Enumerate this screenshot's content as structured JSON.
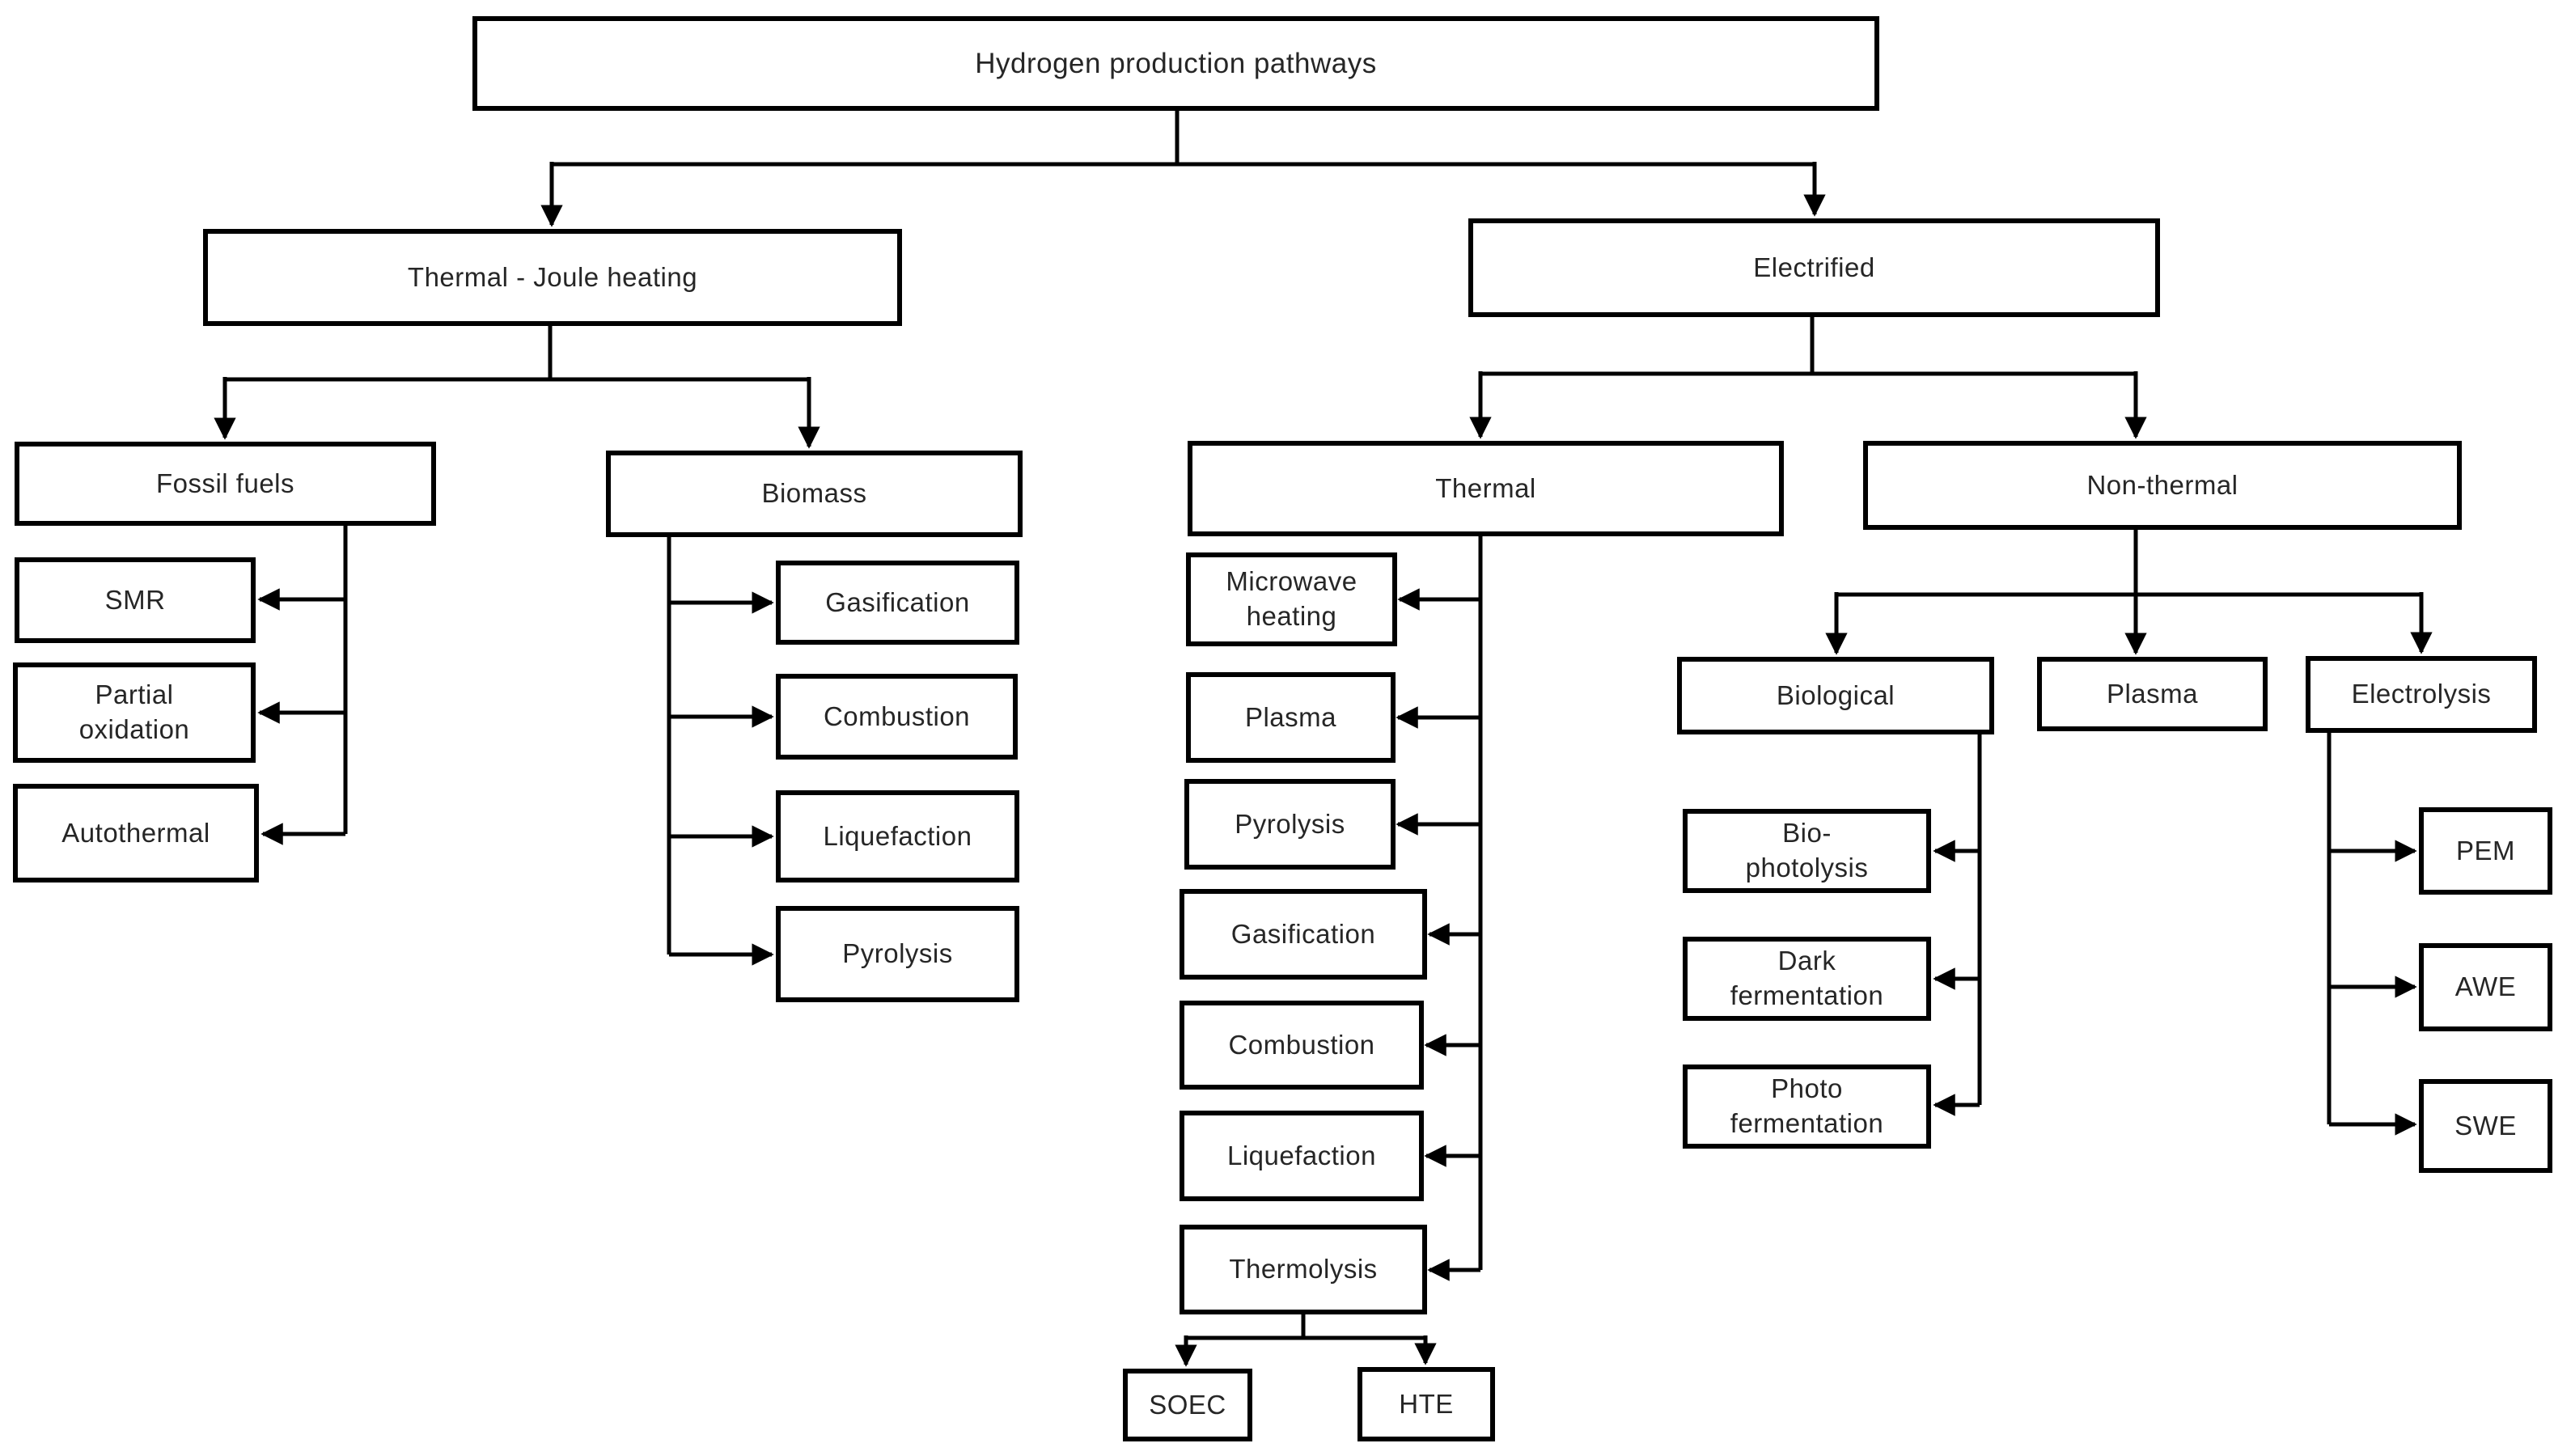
{
  "diagram": {
    "type": "flowchart-tree",
    "title": "Hydrogen production pathways",
    "colors": {
      "background": "#ffffff",
      "box_fill": "#ffffff",
      "box_border": "#000000",
      "connector": "#000000",
      "text": "#262626"
    }
  },
  "nodes": {
    "root": {
      "label": "Hydrogen production pathways"
    },
    "thermal_joule": {
      "label": "Thermal - Joule heating"
    },
    "electrified": {
      "label": "Electrified"
    },
    "fossil_fuels": {
      "label": "Fossil fuels"
    },
    "biomass": {
      "label": "Biomass"
    },
    "smr": {
      "label": "SMR"
    },
    "partial_oxidation": {
      "label": "Partial\noxidation"
    },
    "autothermal": {
      "label": "Autothermal"
    },
    "biomass_gasification": {
      "label": "Gasification"
    },
    "biomass_combustion": {
      "label": "Combustion"
    },
    "biomass_liquefaction": {
      "label": "Liquefaction"
    },
    "biomass_pyrolysis": {
      "label": "Pyrolysis"
    },
    "electrified_thermal": {
      "label": "Thermal"
    },
    "non_thermal": {
      "label": "Non-thermal"
    },
    "microwave_heating": {
      "label": "Microwave\nheating"
    },
    "thermal_plasma": {
      "label": "Plasma"
    },
    "thermal_pyrolysis": {
      "label": "Pyrolysis"
    },
    "thermal_gasification": {
      "label": "Gasification"
    },
    "thermal_combustion": {
      "label": "Combustion"
    },
    "thermal_liquefaction": {
      "label": "Liquefaction"
    },
    "thermolysis": {
      "label": "Thermolysis"
    },
    "soec": {
      "label": "SOEC"
    },
    "hte": {
      "label": "HTE"
    },
    "biological": {
      "label": "Biological"
    },
    "nonthermal_plasma": {
      "label": "Plasma"
    },
    "electrolysis": {
      "label": "Electrolysis"
    },
    "bio_photolysis": {
      "label": "Bio-\nphotolysis"
    },
    "dark_fermentation": {
      "label": "Dark\nfermentation"
    },
    "photo_fermentation": {
      "label": "Photo\nfermentation"
    },
    "pem": {
      "label": "PEM"
    },
    "awe": {
      "label": "AWE"
    },
    "swe": {
      "label": "SWE"
    }
  },
  "hierarchy": {
    "root": [
      "thermal_joule",
      "electrified"
    ],
    "thermal_joule": [
      "fossil_fuels",
      "biomass"
    ],
    "fossil_fuels": [
      "smr",
      "partial_oxidation",
      "autothermal"
    ],
    "biomass": [
      "biomass_gasification",
      "biomass_combustion",
      "biomass_liquefaction",
      "biomass_pyrolysis"
    ],
    "electrified": [
      "electrified_thermal",
      "non_thermal"
    ],
    "electrified_thermal": [
      "microwave_heating",
      "thermal_plasma",
      "thermal_pyrolysis",
      "thermal_gasification",
      "thermal_combustion",
      "thermal_liquefaction",
      "thermolysis"
    ],
    "thermolysis": [
      "soec",
      "hte"
    ],
    "non_thermal": [
      "biological",
      "nonthermal_plasma",
      "electrolysis"
    ],
    "biological": [
      "bio_photolysis",
      "dark_fermentation",
      "photo_fermentation"
    ],
    "electrolysis": [
      "pem",
      "awe",
      "swe"
    ]
  }
}
